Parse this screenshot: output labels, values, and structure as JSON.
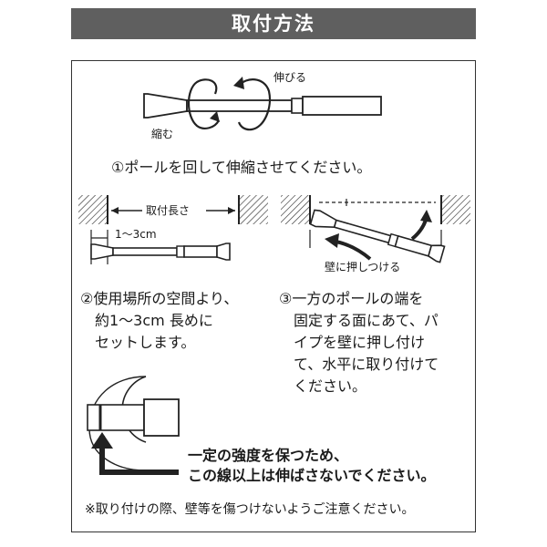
{
  "header": {
    "title": "取付方法"
  },
  "step1": {
    "label_extend": "伸びる",
    "label_shrink": "縮む",
    "caption": "①ポールを回して伸縮させてください。"
  },
  "step2": {
    "label_length": "取付長さ",
    "label_range": "1～3cm",
    "caption_lines": [
      "②使用場所の空間より、",
      "　約1～3cm 長めに",
      "　セットします。"
    ]
  },
  "step3": {
    "label_push": "壁に押しつける",
    "caption_lines": [
      "③一方のポールの端を",
      "　固定する面にあて、パ",
      "　イプを壁に押し付け",
      "　て、水平に取り付けて",
      "　ください。"
    ]
  },
  "warning": {
    "lines": [
      "一定の強度を保つため、",
      "この線以上は伸ばさないでください。"
    ]
  },
  "footnote": "※取り付けの際、壁等を傷つけないようご注意ください。",
  "colors": {
    "header_bg": "#5f5f5f",
    "line": "#222222"
  }
}
